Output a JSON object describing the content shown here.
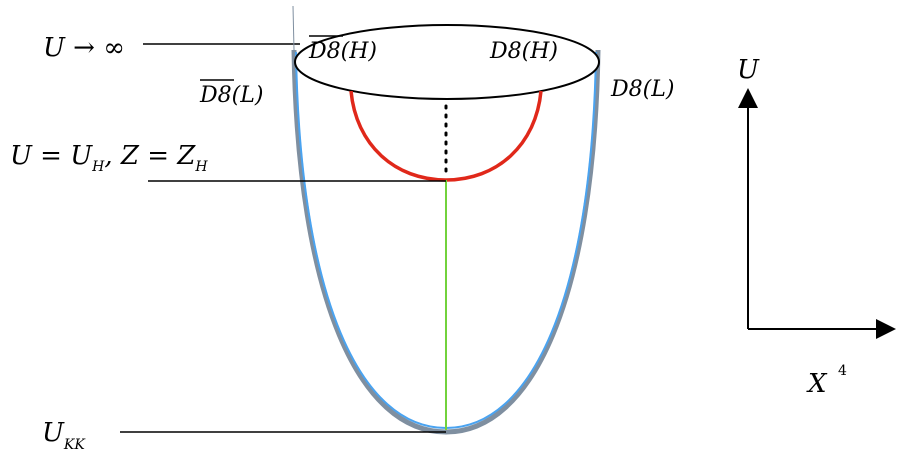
{
  "labels": {
    "u_infinity": "U → ∞",
    "d8bar_h": "D8(H)",
    "d8_h": "D8(H)",
    "d8bar_l": "D8(L)",
    "d8_l": "D8(L)",
    "axis_u": "U",
    "axis_x": "X",
    "axis_x_superscript": "4",
    "horizon_u": "U = U",
    "horizon_u_sub": "H",
    "horizon_z": ", Z = Z",
    "horizon_z_sub": "H",
    "ukk": "U",
    "ukk_sub": "KK"
  },
  "colors": {
    "cigar_outline": "#7f8fa0",
    "d8_brane": "#4aa3f0",
    "string_red": "#e0281a",
    "string_green": "#72d23c",
    "ink": "#000000"
  }
}
